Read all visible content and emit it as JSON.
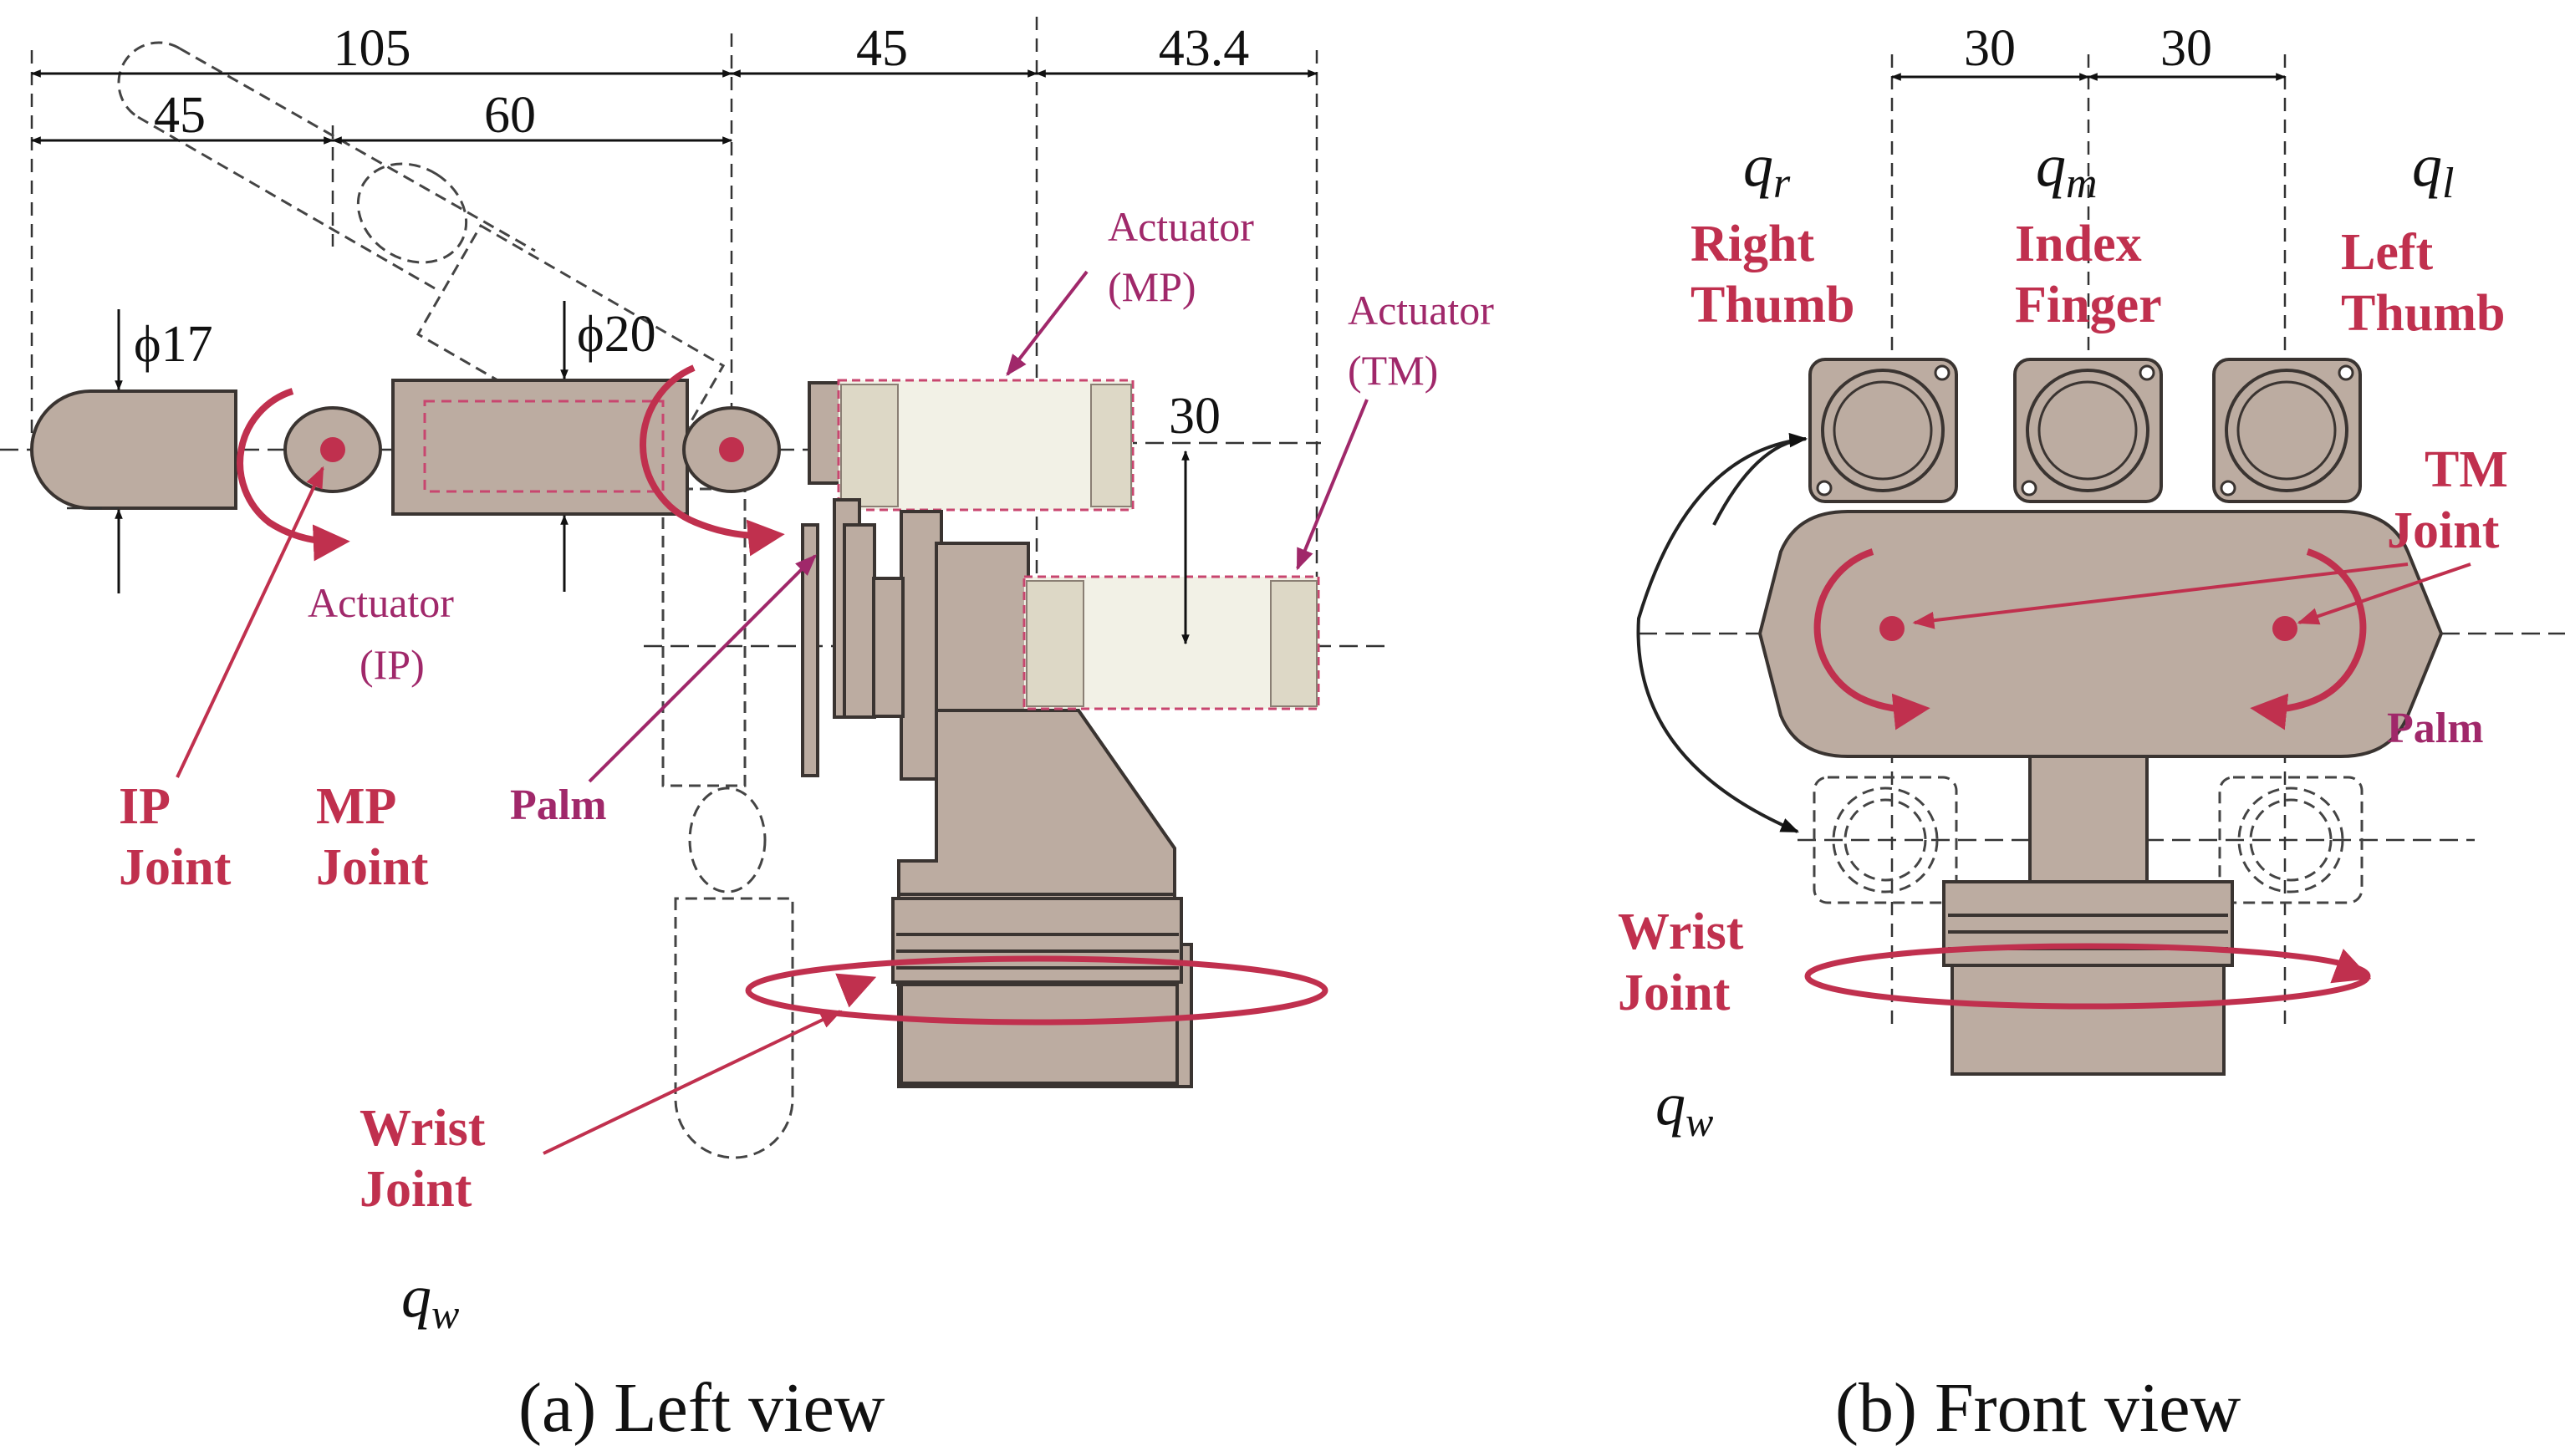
{
  "left_view": {
    "dims": {
      "d105": "105",
      "d45a": "45",
      "d60": "60",
      "d45b": "45",
      "d434": "43.4",
      "phi17": "ϕ17",
      "phi20": "ϕ20",
      "d30": "30"
    },
    "labels": {
      "actuator_ip_1": "Actuator",
      "actuator_ip_2": "(IP)",
      "actuator_mp_1": "Actuator",
      "actuator_mp_2": "(MP)",
      "actuator_tm_1": "Actuator",
      "actuator_tm_2": "(TM)",
      "ip_joint_1": "IP",
      "ip_joint_2": "Joint",
      "mp_joint_1": "MP",
      "mp_joint_2": "Joint",
      "palm": "Palm",
      "wrist_joint_1": "Wrist",
      "wrist_joint_2": "Joint",
      "qw": "q",
      "qw_sub": "w"
    },
    "caption": "(a) Left view"
  },
  "front_view": {
    "dims": {
      "d30a": "30",
      "d30b": "30"
    },
    "vars": {
      "q": "q",
      "r": "r",
      "m": "m",
      "l": "l",
      "w": "w"
    },
    "labels": {
      "right_thumb_1": "Right",
      "right_thumb_2": "Thumb",
      "index_finger_1": "Index",
      "index_finger_2": "Finger",
      "left_thumb_1": "Left",
      "left_thumb_2": "Thumb",
      "tm_joint_1": "TM",
      "tm_joint_2": "Joint",
      "palm": "Palm",
      "wrist_joint_1": "Wrist",
      "wrist_joint_2": "Joint"
    },
    "caption": "(b) Front view"
  },
  "colors": {
    "body": "#bcaca1",
    "joint_red": "#c0304e",
    "label_magenta": "#a0286a",
    "actuator_fill": "#f2f1e6"
  }
}
